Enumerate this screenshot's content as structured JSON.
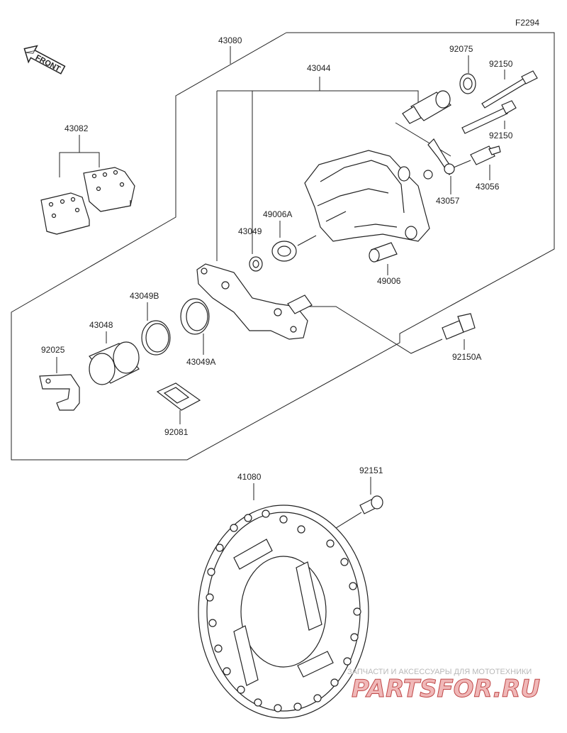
{
  "diagram_code": "F2294",
  "front_label": "FRONT",
  "labels": {
    "l43080": "43080",
    "l43044": "43044",
    "l43082": "43082",
    "l92075": "92075",
    "l92150_top": "92150",
    "l92150_mid": "92150",
    "l43056": "43056",
    "l43057": "43057",
    "l49006A": "49006A",
    "l43049": "43049",
    "l49006": "49006",
    "l43049B": "43049B",
    "l43048": "43048",
    "l92025": "92025",
    "l43049A": "43049A",
    "l92150A": "92150A",
    "l92081": "92081",
    "l41080": "41080",
    "l92151": "92151"
  },
  "watermark": {
    "line1": "ЗАПЧАСТИ И АКСЕССУАРЫ ДЛЯ МОТОТЕХНИКИ",
    "line2": "PARTSFOR.RU"
  }
}
